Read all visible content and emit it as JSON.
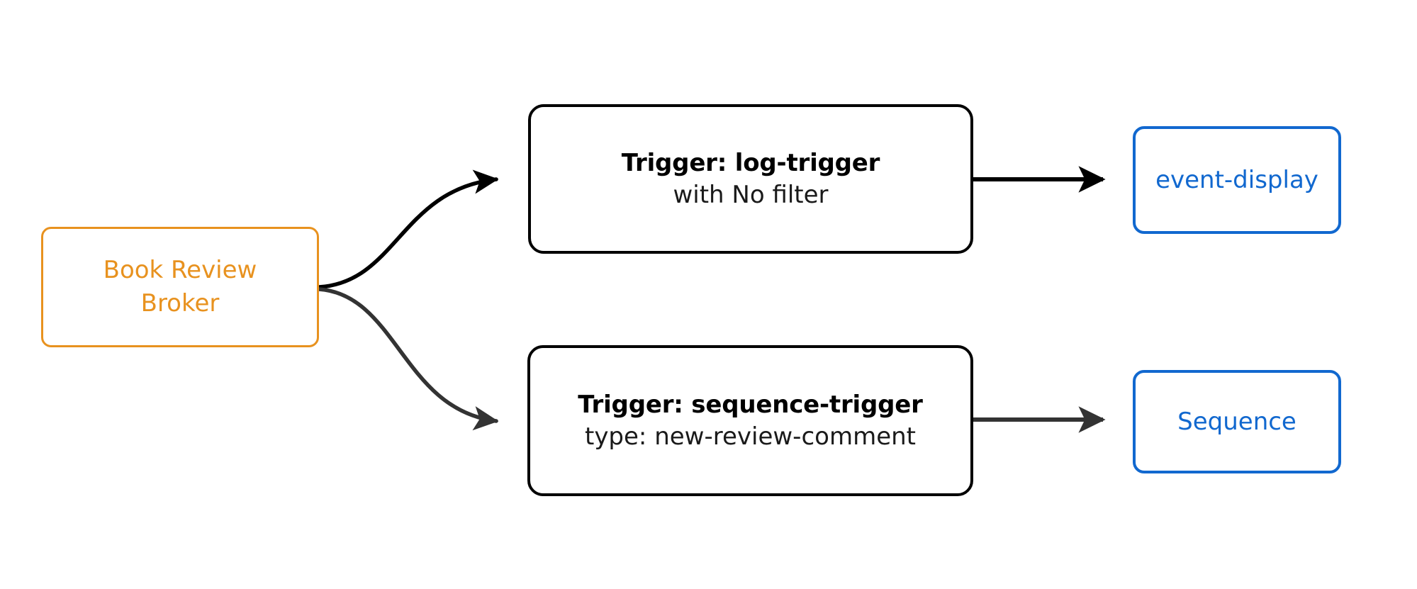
{
  "diagram": {
    "title": "Broker trigger routing flow",
    "background": "#ffffff",
    "colors": {
      "broker_accent": "#e8921f",
      "trigger_accent": "#000000",
      "sink_accent": "#1168cf",
      "edge_primary": "#000000",
      "edge_secondary": "#333333"
    }
  },
  "nodes": {
    "broker": {
      "line1": "Book Review",
      "line2": "Broker"
    },
    "trigger_log": {
      "title": "Trigger: log-trigger",
      "subtitle": "with No filter"
    },
    "trigger_sequence": {
      "title": "Trigger: sequence-trigger",
      "subtitle": "type: new-review-comment"
    },
    "sink_event_display": {
      "label": "event-display"
    },
    "sink_sequence": {
      "label": "Sequence"
    }
  },
  "edges": [
    {
      "id": "broker-to-log-trigger",
      "from": "broker",
      "to": "trigger_log",
      "style": "curved",
      "color": "#000000",
      "arrowhead": "filled"
    },
    {
      "id": "broker-to-sequence-trigger",
      "from": "broker",
      "to": "trigger_sequence",
      "style": "curved",
      "color": "#333333",
      "arrowhead": "filled"
    },
    {
      "id": "log-trigger-to-event-display",
      "from": "trigger_log",
      "to": "sink_event_display",
      "style": "straight",
      "color": "#000000",
      "arrowhead": "filled"
    },
    {
      "id": "sequence-trigger-to-sequence",
      "from": "trigger_sequence",
      "to": "sink_sequence",
      "style": "straight",
      "color": "#333333",
      "arrowhead": "filled"
    }
  ]
}
